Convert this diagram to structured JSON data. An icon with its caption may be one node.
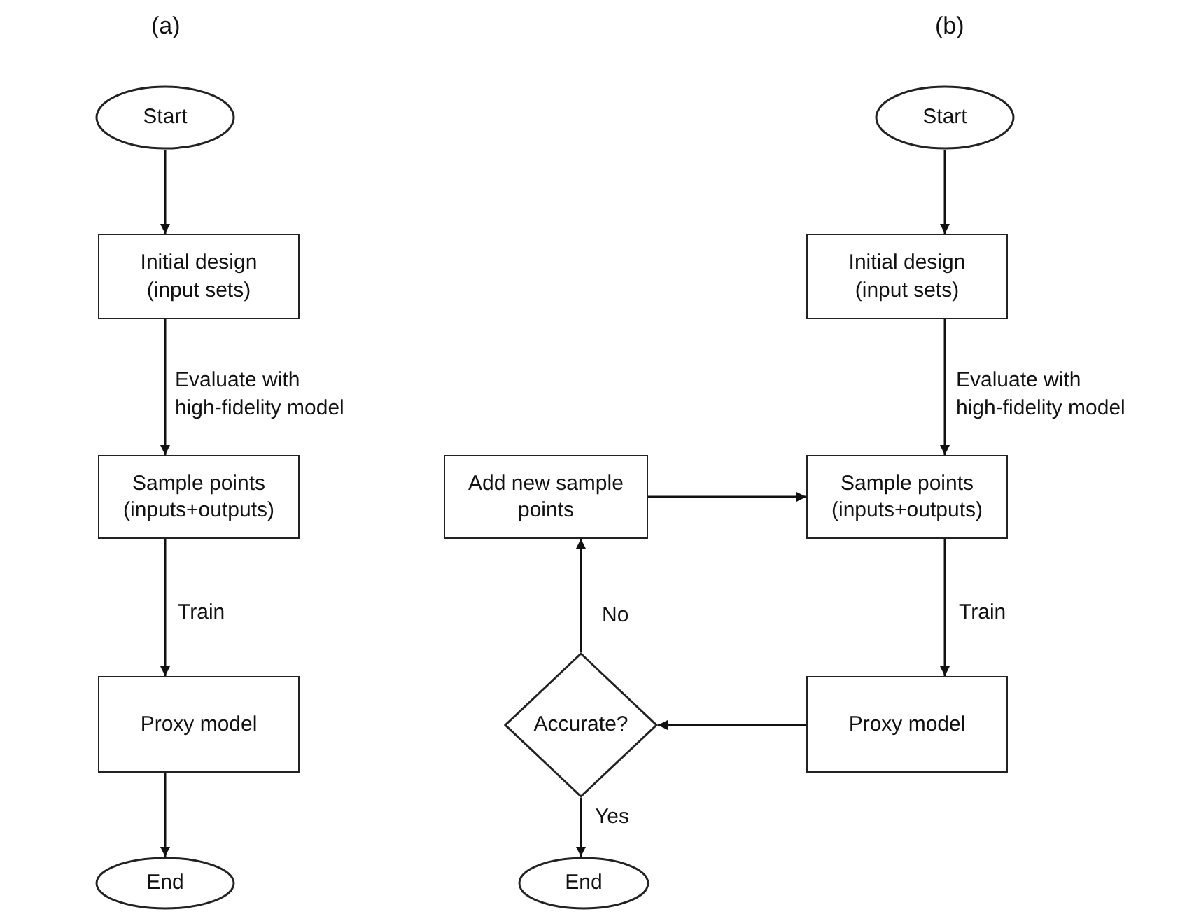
{
  "diagram": {
    "nodes": [
      {
        "text": [
          "Start"
        ]
      },
      {
        "text": [
          "Initial design (input sets)"
        ]
      },
      {
        "text": [
          "Sample points (inputs+outputs)"
        ]
      },
      {
        "text": [
          "Proxy model"
        ]
      },
      {
        "text": [
          "End"
        ]
      },
      {
        "text": [
          "Start"
        ]
      },
      {
        "text": [
          "Initial design (input sets)"
        ]
      },
      {
        "text": [
          "Add new sample points"
        ]
      },
      {
        "text": [
          "Sample points (inputs+outputs)"
        ]
      },
      {
        "text": [
          "Accurate?"
        ]
      },
      {
        "text": [
          "Proxy model"
        ]
      },
      {
        "text": [
          "End"
        ]
      }
    ],
    "edges": [
      {
        "from": 0,
        "to": 1,
        "arrow": "to"
      },
      {
        "from": 1,
        "to": 2,
        "arrow": "to",
        "label": "Evaluate with high-fidelity model"
      },
      {
        "from": 2,
        "to": 3,
        "arrow": "to",
        "label": "Train"
      },
      {
        "from": 3,
        "to": 4,
        "arrow": "to"
      },
      {
        "from": 5,
        "to": 6,
        "arrow": "to"
      },
      {
        "from": 6,
        "to": 8,
        "arrow": "to",
        "label": "Evaluate with high-fidelity model"
      },
      {
        "from": 8,
        "to": 10,
        "arrow": "to",
        "label": "Train"
      },
      {
        "from": 10,
        "to": 9,
        "arrow": "to"
      },
      {
        "from": 9,
        "to": 7,
        "arrow": "to",
        "label": "No"
      },
      {
        "from": 7,
        "to": 8,
        "arrow": "to"
      },
      {
        "from": 9,
        "to": 11,
        "arrow": "to",
        "label": "Yes"
      }
    ],
    "labels": [
      "(a)",
      "(b)"
    ]
  }
}
